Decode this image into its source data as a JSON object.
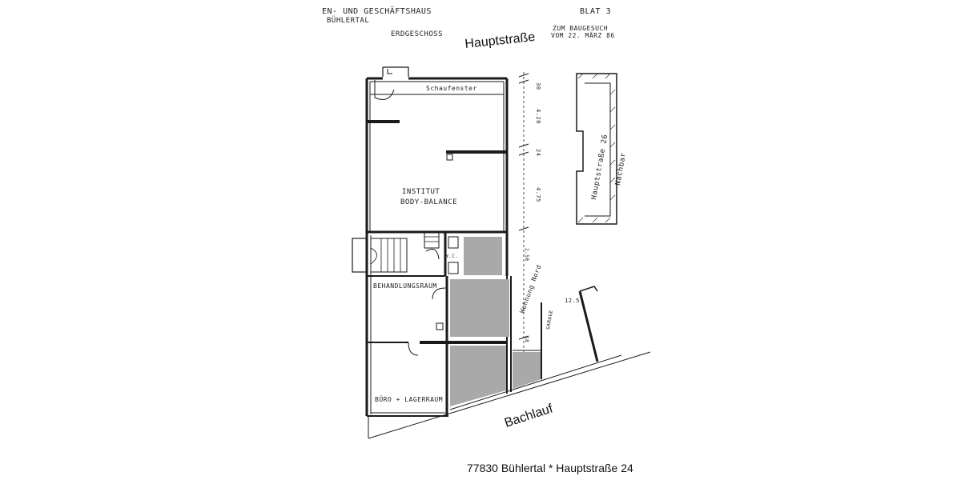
{
  "header": {
    "line1": "EN- UND GESCHÄFTSHAUS",
    "line2": "BÜHLERTAL",
    "floor": "ERDGESCHOSS",
    "sheet": "BLAT 3",
    "submission_line1": "ZUM BAUGESUCH",
    "submission_line2": "VOM 22. MÄRZ 86"
  },
  "streets": {
    "main": "Hauptstraße",
    "creek": "Bachlauf",
    "neighbor_line1": "Hauptstraße 26",
    "neighbor_line2": "Nachbar",
    "side_note": "Wohnung Nord"
  },
  "rooms": {
    "window": "Schaufenster",
    "institute_line1": "INSTITUT",
    "institute_line2": "BODY-BALANCE",
    "treatment": "BEHANDLUNGSRAUM",
    "office": "BÜRO + LAGERRAUM",
    "wc": "W.C.",
    "garage": "GARAGE"
  },
  "dimensions": {
    "d1": "30",
    "d2": "4.20",
    "d3": "24",
    "d4": "4.75",
    "d5": "2.50",
    "d6": "18",
    "d7": "12.5"
  },
  "footer": {
    "address": "77830 Bühlertal * Hauptstraße 24"
  },
  "colors": {
    "shaded": "#a9a9a9",
    "line": "#1a1a1a",
    "paper": "#ffffff"
  }
}
